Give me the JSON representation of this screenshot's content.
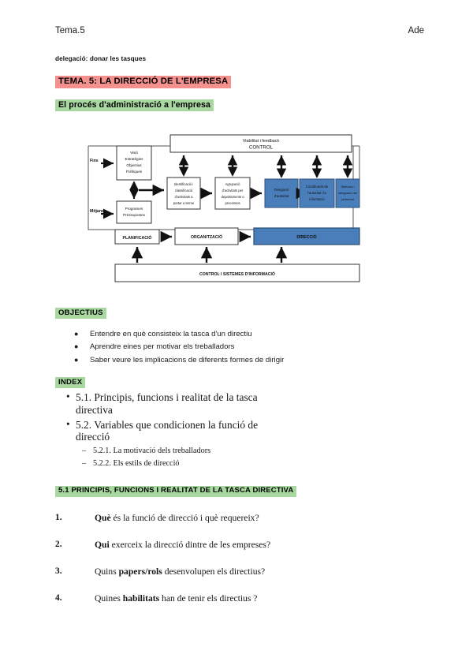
{
  "header": {
    "left": "Tema.5",
    "right": "Ade"
  },
  "note": "delegació: donar les tasques",
  "headings": {
    "main_title": "TEMA. 5: LA DIRECCIÓ DE L'EMPRESA",
    "subtitle": "El procés d'administració a l'empresa",
    "objectius": "OBJECTIUS",
    "index": "INDEX",
    "section_51": "5.1 PRINCIPIS, FUNCIONS I REALITAT DE LA TASCA DIRECTIVA"
  },
  "colors": {
    "highlight_red": "#f4918e",
    "highlight_green": "#a8d8a0",
    "box_blue": "#4a7ebb",
    "box_border": "#2a4d75",
    "box_white": "#ffffff",
    "line": "#444444"
  },
  "diagram": {
    "control_top_line1": "Viabilitat i feedback",
    "control_top_line2": "CONTROL",
    "label_fins": "Fins",
    "label_mitjans": "Mitjans",
    "box_vision": "Visió\nEstratègies\nObjectius\nPolítiques",
    "box_vision_lines": [
      "Visió",
      "Estratègies",
      "Objectius",
      "Polítiques"
    ],
    "box_programes_lines": [
      "Programes",
      "Pressupostos"
    ],
    "box_identificacio_lines": [
      "Identificació i",
      "classificació",
      "d'activitats a",
      "portar a terme"
    ],
    "box_agrupacio_lines": [
      "Agrupació",
      "d'activitats per",
      "departaments o",
      "processos"
    ],
    "box_delegacio_lines": [
      "Delegació",
      "d'autoritat"
    ],
    "box_coordinacio_lines": [
      "Coordinació de",
      "l'autoritat i la",
      "informació"
    ],
    "box_seleccio_lines": [
      "Selecció i",
      "integració del",
      "personal"
    ],
    "row_planificacio": "PLANIFICACIÓ",
    "row_organitzacio": "ORGANITZACIÓ",
    "row_direccio": "DIRECCIÓ",
    "row_control": "CONTROL I SISTEMES D'INFORMACIÓ"
  },
  "objectius_items": [
    "Entendre en què consisteix la tasca d'un directiu",
    "Aprendre eines per motivar els treballadors",
    "Saber veure les implicacions de diferents formes de dirigir"
  ],
  "index_items": [
    {
      "level": 1,
      "text": "5.1. Principis, funcions i realitat de la tasca directiva"
    },
    {
      "level": 1,
      "text": "5.2. Variables que condicionen la funció de direcció"
    },
    {
      "level": 2,
      "text": "5.2.1. La motivació dels treballadors"
    },
    {
      "level": 2,
      "text": "5.2.2. Els estils de direcció"
    }
  ],
  "questions": [
    {
      "num": "1.",
      "bold": "Què",
      "rest": " és la funció de direcció i què requereix?"
    },
    {
      "num": "2.",
      "bold": "Qui",
      "rest": " exerceix la direcció dintre de les empreses?"
    },
    {
      "num": "3.",
      "pre": "Quins ",
      "bold": "papers/rols",
      "rest": " desenvolupen els directius?"
    },
    {
      "num": "4.",
      "pre": "Quines ",
      "bold": "habilitats",
      "rest": " han de tenir els directius ?"
    }
  ]
}
